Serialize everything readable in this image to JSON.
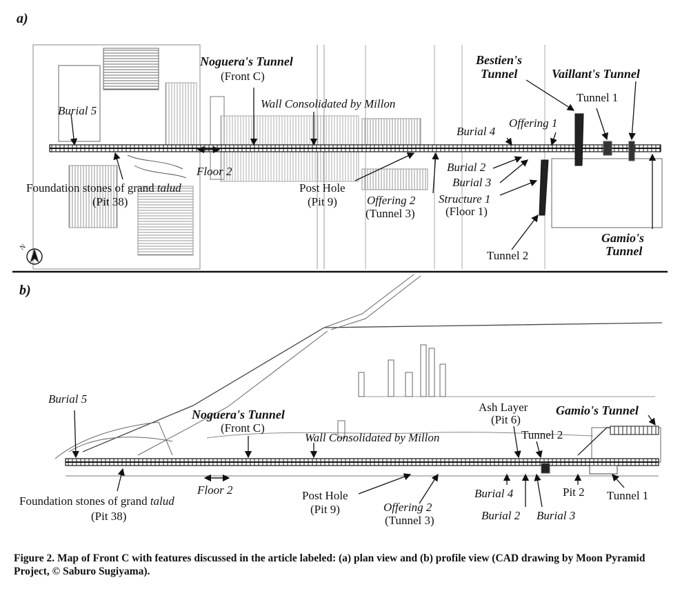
{
  "panel_a": {
    "tag": "a)",
    "labels": {
      "noguera_title": "Noguera's Tunnel",
      "noguera_sub": "(Front C)",
      "bestien_1": "Bestien's",
      "bestien_2": "Tunnel",
      "vaillant": "Vaillant's Tunnel",
      "tunnel1": "Tunnel 1",
      "wall": "Wall Consolidated by Millon",
      "offering1": "Offering 1",
      "burial4": "Burial 4",
      "burial5": "Burial 5",
      "burial2": "Burial 2",
      "burial3": "Burial 3",
      "floor2": "Floor 2",
      "found_pre": "Foundation stones of grand ",
      "found_it": "talud",
      "pit38": "(Pit 38)",
      "posthole": "Post Hole",
      "pit9": "(Pit 9)",
      "offering2": "Offering 2",
      "tunnel3": "(Tunnel 3)",
      "structure1": "Structure 1",
      "floor1": "(Floor 1)",
      "gamio_1": "Gamio's",
      "gamio_2": "Tunnel",
      "tunnel2": "Tunnel 2",
      "north": "N"
    }
  },
  "panel_b": {
    "tag": "b)",
    "labels": {
      "burial5": "Burial 5",
      "noguera_title": "Noguera's Tunnel",
      "noguera_sub": "(Front C)",
      "ash1": "Ash Layer",
      "ash2": "(Pit 6)",
      "gamio": "Gamio's Tunnel",
      "tunnel2": "Tunnel 2",
      "wall": "Wall Consolidated by Millon",
      "floor2": "Floor 2",
      "found_pre": "Foundation stones of grand ",
      "found_it": "talud",
      "pit38": "(Pit 38)",
      "posthole": "Post Hole",
      "pit9": "(Pit 9)",
      "offering2": "Offering 2",
      "tunnel3": "(Tunnel 3)",
      "burial4": "Burial 4",
      "pit2": "Pit 2",
      "tunnel1": "Tunnel 1",
      "burial2": "Burial 2",
      "burial3": "Burial 3"
    }
  },
  "caption": "Figure 2. Map of Front C with features discussed in the article labeled: (a) plan view and (b) profile view (CAD drawing by Moon Pyramid Project, © Saburo Sugiyama)."
}
